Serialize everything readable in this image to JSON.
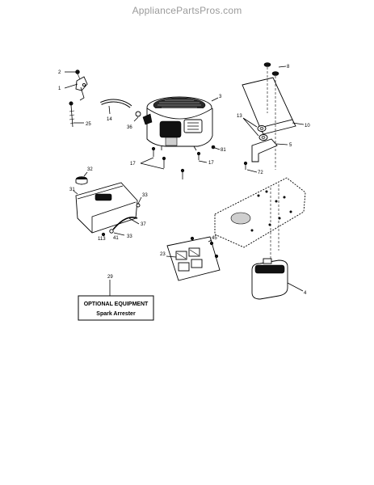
{
  "header": {
    "watermark": "AppliancePartsPros.com"
  },
  "callouts": {
    "c1": "1",
    "c2": "2",
    "c3": "3",
    "c4": "4",
    "c5": "5",
    "c8": "8",
    "c10": "10",
    "c13": "13",
    "c14": "14",
    "c17a": "17",
    "c17b": "17",
    "c23": "23",
    "c25": "25",
    "c29": "29",
    "c31": "31",
    "c32": "32",
    "c33a": "33",
    "c33b": "33",
    "c36": "36",
    "c37": "37",
    "c41": "41",
    "c45": "45",
    "c72": "72",
    "c81": "81",
    "c113": "113"
  },
  "optional_box": {
    "title": "OPTIONAL EQUIPMENT",
    "subtitle": "Spark Arrester"
  }
}
